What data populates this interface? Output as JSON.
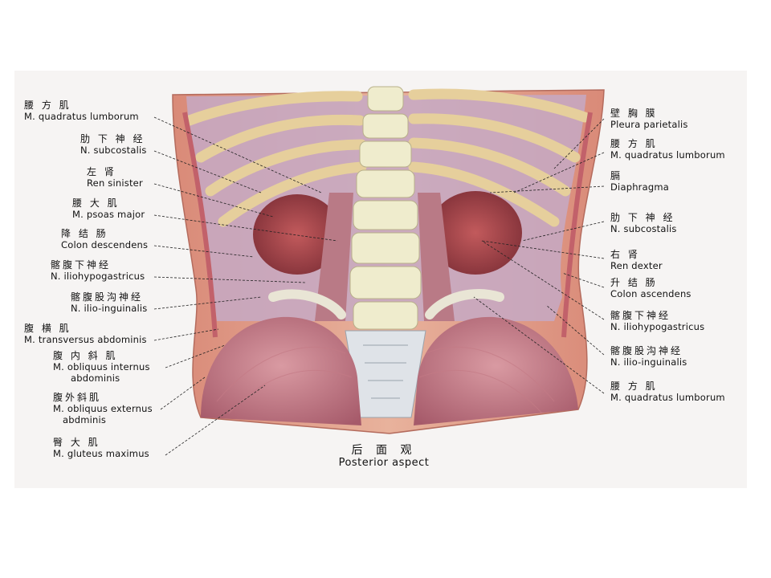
{
  "left_labels": [
    {
      "cn": "腰 方 肌",
      "la": "M. quadratus lumborum"
    },
    {
      "cn": "肋 下 神 经",
      "la": "N. subcostalis"
    },
    {
      "cn": "左   肾",
      "la": "Ren sinister"
    },
    {
      "cn": "腰 大 肌",
      "la": "M. psoas major"
    },
    {
      "cn": "降 结 肠",
      "la": "Colon descendens"
    },
    {
      "cn": "髂腹下神经",
      "la": "N. iliohypogastricus"
    },
    {
      "cn": "髂腹股沟神经",
      "la": "N. ilio-inguinalis"
    },
    {
      "cn": "腹  横  肌",
      "la": "M. transversus abdominis"
    },
    {
      "cn": "腹 内 斜 肌",
      "la": "M. obliquus internus",
      "la2": "abdominis"
    },
    {
      "cn": "腹外斜肌",
      "la": "M. obliquus externus",
      "la2": "abdminis"
    },
    {
      "cn": "臀 大 肌",
      "la": "M. gluteus maximus"
    }
  ],
  "right_labels": [
    {
      "cn": "壁 胸 膜",
      "la": "Pleura parietalis"
    },
    {
      "cn": "腰 方 肌",
      "la": "M. quadratus lumborum"
    },
    {
      "cn": "膈",
      "la": "Diaphragma"
    },
    {
      "cn": "肋 下 神 经",
      "la": "N. subcostalis"
    },
    {
      "cn": "右   肾",
      "la": "Ren dexter"
    },
    {
      "cn": "升 结 肠",
      "la": "Colon ascendens"
    },
    {
      "cn": "髂腹下神经",
      "la": "N. iliohypogastricus"
    },
    {
      "cn": "髂腹股沟神经",
      "la": "N. ilio-inguinalis"
    },
    {
      "cn": "腰 方 肌",
      "la": "M. quadratus lumborum"
    }
  ],
  "caption": {
    "cn": "后 面 观",
    "la": "Posterior aspect"
  },
  "colors": {
    "muscle": "#c9868e",
    "rib": "#e3c89a",
    "fascia": "#b7b6d6",
    "kidney": "#a8454a",
    "spine": "#eeeecc"
  }
}
